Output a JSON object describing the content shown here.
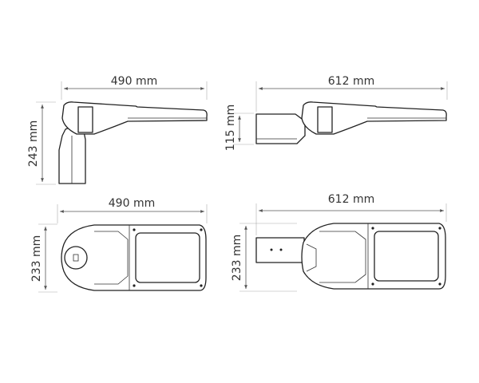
{
  "views": {
    "side_without_bracket": {
      "width_label": "490 mm",
      "height_label": "243 mm"
    },
    "side_with_bracket": {
      "width_label": "612 mm",
      "height_label": "115 mm"
    },
    "bottom_without_bracket": {
      "width_label": "490 mm",
      "height_label": "233 mm"
    },
    "bottom_with_bracket": {
      "width_label": "612 mm",
      "height_label": "233 mm"
    }
  },
  "colors": {
    "outline": "#222222",
    "dimension": "#555555"
  }
}
